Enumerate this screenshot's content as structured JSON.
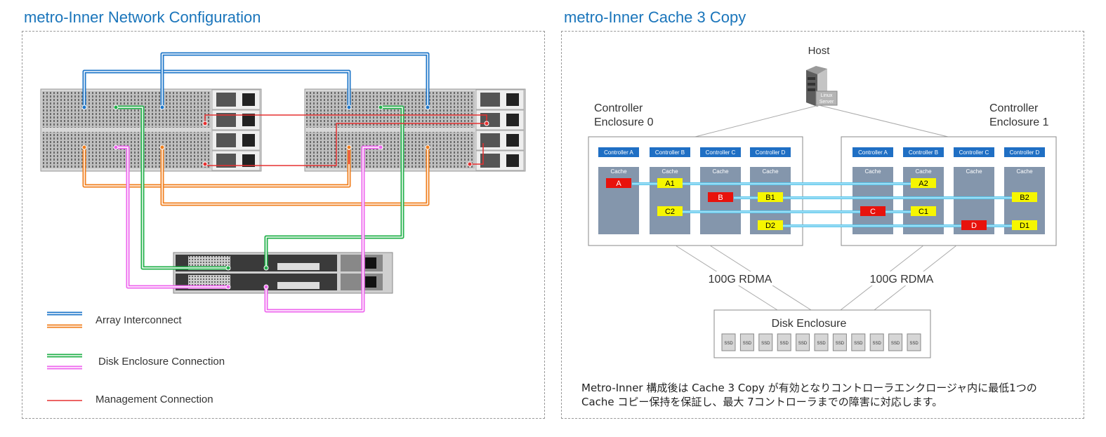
{
  "left": {
    "title": "metro-Inner Network Configuration",
    "legend": [
      {
        "label": "Array Interconnect",
        "colors": [
          "#1f77c9",
          "#f07f1e"
        ]
      },
      {
        "label": "Disk Enclosure Connection",
        "colors": [
          "#22b04a",
          "#ee66ee"
        ]
      },
      {
        "label": "Management Connection",
        "colors": [
          "#e53030"
        ]
      }
    ]
  },
  "right": {
    "title": "metro-Inner Cache 3 Copy",
    "host_label": "Host",
    "server_text": [
      "Linux",
      "Server"
    ],
    "enclosures": [
      {
        "label": [
          "Controller",
          "Enclosure 0"
        ]
      },
      {
        "label": [
          "Controller",
          "Enclosure 1"
        ]
      }
    ],
    "controllers": [
      "Controller A",
      "Controller B",
      "Controller C",
      "Controller D"
    ],
    "cache_label": "Cache",
    "blocks": [
      {
        "text": "A",
        "primary": true
      },
      {
        "text": "A1",
        "primary": false
      },
      {
        "text": "B",
        "primary": true
      },
      {
        "text": "B1",
        "primary": false
      },
      {
        "text": "C2",
        "primary": false
      },
      {
        "text": "D2",
        "primary": false
      },
      {
        "text": "A2",
        "primary": false
      },
      {
        "text": "B2",
        "primary": false
      },
      {
        "text": "C",
        "primary": true
      },
      {
        "text": "C1",
        "primary": false
      },
      {
        "text": "D",
        "primary": true
      },
      {
        "text": "D1",
        "primary": false
      }
    ],
    "rdma_labels": [
      "100G RDMA",
      "100G RDMA"
    ],
    "disk_enclosure_label": "Disk Enclosure",
    "ssd_label": "SSD",
    "ssd_count": 11,
    "description": [
      "Metro-Inner 構成後は Cache 3 Copy が有効となりコントローラエンクロージャ内に最低1つの",
      "Cache コピー保持を保証し、最大 7コントローラまでの障害に対応します。"
    ]
  },
  "colors": {
    "title": "#1a75bb",
    "controller_label_bg": "#1f6fc4",
    "cache_bg": "#8496ac",
    "primary_block": "#e8120c",
    "copy_block": "#f6f600",
    "cache_link": "#58c6ec"
  }
}
